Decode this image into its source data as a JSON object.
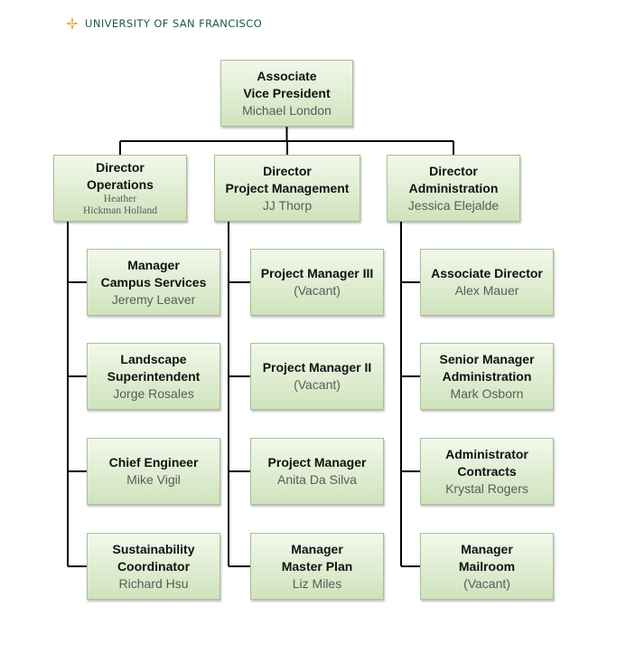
{
  "header": {
    "logo_text": "UNIVERSITY OF SAN FRANCISCO",
    "logo_icon": "usf-emblem-icon"
  },
  "org": {
    "top": {
      "title_lines": [
        "Associate",
        "Vice President"
      ],
      "name_lines": [
        "Michael London"
      ]
    },
    "columns": [
      {
        "head": {
          "title_lines": [
            "Director",
            "Operations"
          ],
          "name_lines": [
            "Heather",
            "Hickman Holland"
          ]
        },
        "reports": [
          {
            "title_lines": [
              "Manager",
              "Campus Services"
            ],
            "name_lines": [
              "Jeremy Leaver"
            ]
          },
          {
            "title_lines": [
              "Landscape",
              "Superintendent"
            ],
            "name_lines": [
              "Jorge Rosales"
            ]
          },
          {
            "title_lines": [
              "Chief Engineer"
            ],
            "name_lines": [
              "Mike Vigil"
            ]
          },
          {
            "title_lines": [
              "Sustainability",
              "Coordinator"
            ],
            "name_lines": [
              "Richard Hsu"
            ]
          }
        ]
      },
      {
        "head": {
          "title_lines": [
            "Director",
            "Project Management"
          ],
          "name_lines": [
            "JJ Thorp"
          ]
        },
        "reports": [
          {
            "title_lines": [
              "Project Manager III"
            ],
            "name_lines": [
              "(Vacant)"
            ]
          },
          {
            "title_lines": [
              "Project Manager II"
            ],
            "name_lines": [
              "(Vacant)"
            ]
          },
          {
            "title_lines": [
              "Project Manager"
            ],
            "name_lines": [
              "Anita Da Silva"
            ]
          },
          {
            "title_lines": [
              "Manager",
              "Master Plan"
            ],
            "name_lines": [
              "Liz Miles"
            ]
          }
        ]
      },
      {
        "head": {
          "title_lines": [
            "Director",
            "Administration"
          ],
          "name_lines": [
            "Jessica Elejalde"
          ]
        },
        "reports": [
          {
            "title_lines": [
              "Associate Director"
            ],
            "name_lines": [
              "Alex Mauer"
            ]
          },
          {
            "title_lines": [
              "Senior Manager",
              "Administration"
            ],
            "name_lines": [
              "Mark Osborn"
            ]
          },
          {
            "title_lines": [
              "Administrator",
              "Contracts"
            ],
            "name_lines": [
              "Krystal Rogers"
            ]
          },
          {
            "title_lines": [
              "Manager",
              "Mailroom"
            ],
            "name_lines": [
              "(Vacant)"
            ]
          }
        ]
      }
    ]
  },
  "colors": {
    "connector": "#000000",
    "box_border": "#a8bf94",
    "title_text": "#111111",
    "name_text": "#5b5b5b",
    "logo_text": "#1f5a3a",
    "logo_gold": "#d9a640"
  }
}
